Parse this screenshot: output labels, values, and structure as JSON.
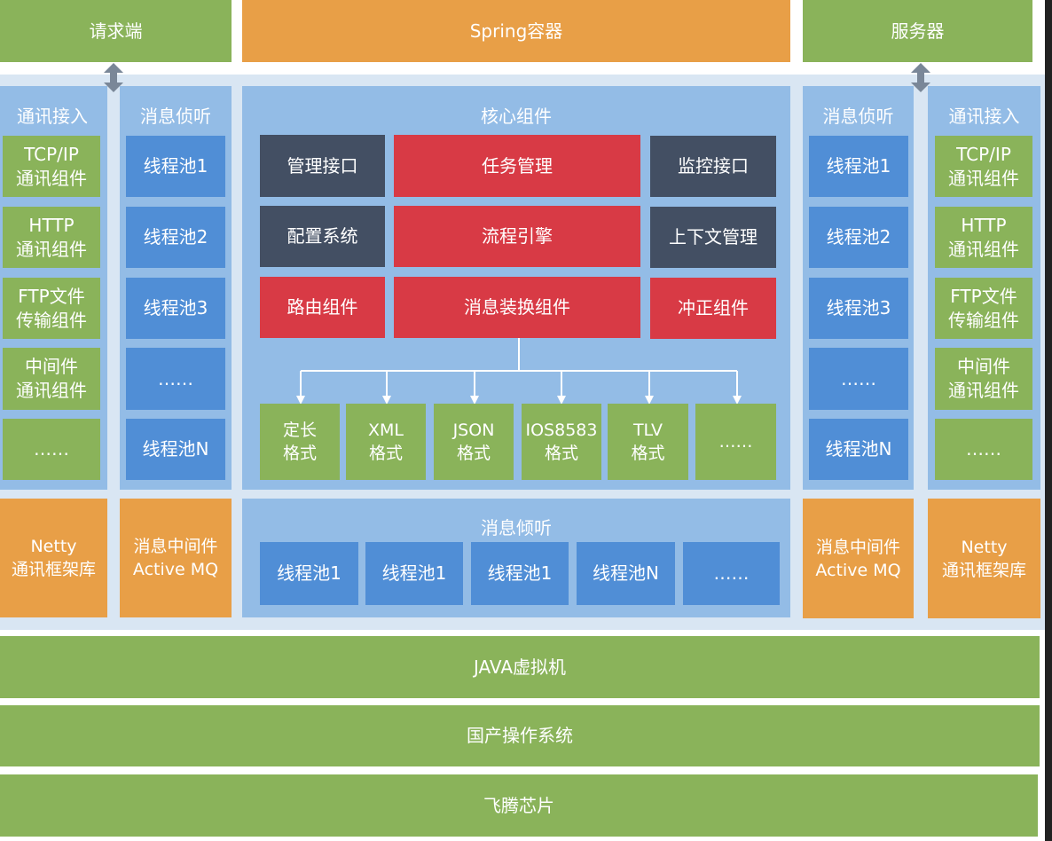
{
  "top": {
    "client": "请求端",
    "spring": "Spring容器",
    "server": "服务器"
  },
  "comm": {
    "title": "通讯接入",
    "items": [
      "TCP/IP\n通讯组件",
      "HTTP\n通讯组件",
      "FTP文件\n传输组件",
      "中间件\n通讯组件",
      "……"
    ]
  },
  "listen": {
    "title": "消息侦听",
    "items": [
      "线程池1",
      "线程池2",
      "线程池3",
      "……",
      "线程池N"
    ]
  },
  "core": {
    "title": "核心组件",
    "row1": [
      "管理接口",
      "任务管理",
      "监控接口"
    ],
    "row2": [
      "配置系统",
      "流程引擎",
      "上下文管理"
    ],
    "row3": [
      "路由组件",
      "消息装换组件",
      "冲正组件"
    ],
    "formats": [
      "定长\n格式",
      "XML\n格式",
      "JSON\n格式",
      "IOS8583\n格式",
      "TLV\n格式",
      "……"
    ]
  },
  "bottom_listen": {
    "title": "消息倾听",
    "items": [
      "线程池1",
      "线程池1",
      "线程池1",
      "线程池N",
      "……"
    ]
  },
  "netty": "Netty\n通讯框架库",
  "mq": "消息中间件\nActive MQ",
  "layers": [
    "JAVA虚拟机",
    "国产操作系统",
    "飞腾芯片"
  ],
  "colors": {
    "green": "#8ab35a",
    "orange": "#e89f47",
    "red": "#d83a45",
    "dark": "#434f63",
    "blue": "#508ed6",
    "panel": "#93bce6",
    "bg": "#d9e6f3"
  }
}
